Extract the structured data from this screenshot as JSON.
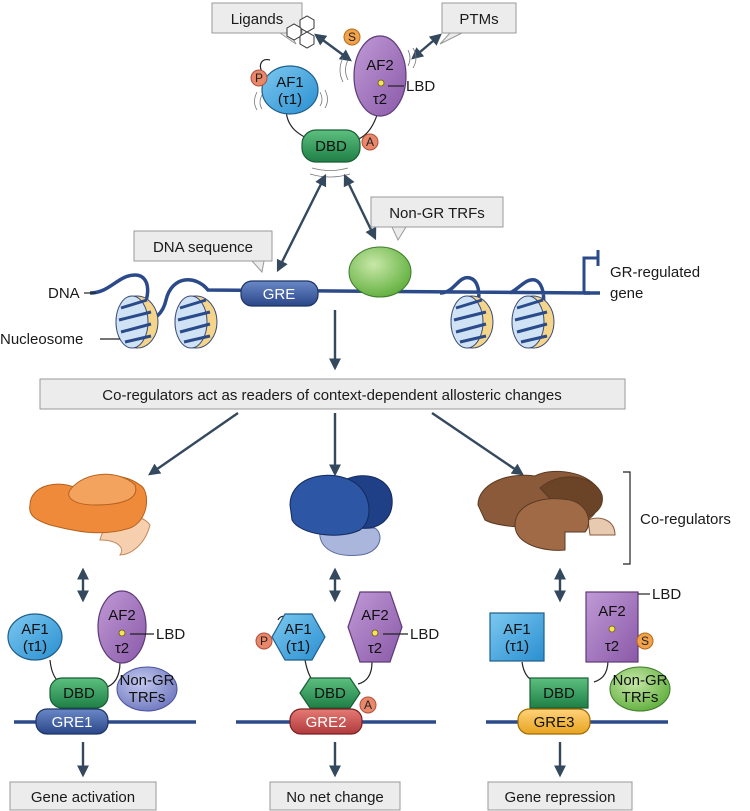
{
  "labels": {
    "ligands": "Ligands",
    "ptms": "PTMs",
    "af1": "AF1",
    "tau1": "(τ1)",
    "af2": "AF2",
    "tau2": "τ2",
    "lbd": "LBD",
    "dbd": "DBD",
    "p": "P",
    "s": "S",
    "a": "A",
    "non_gr_trfs_box": "Non-GR TRFs",
    "dna_sequence": "DNA sequence",
    "gre": "GRE",
    "dna": "DNA",
    "nucleosome": "Nucleosome",
    "gr_regulated": "GR-regulated",
    "gene": "gene",
    "coregulators_banner": "Co-regulators act as readers of context-dependent allosteric changes",
    "coregulators": "Co-regulators",
    "non_gr": "Non-GR",
    "trfs": "TRFs",
    "gre1": "GRE1",
    "gre2": "GRE2",
    "gre3": "GRE3",
    "gene_activation": "Gene activation",
    "no_net_change": "No net change",
    "gene_repression": "Gene repression"
  },
  "colors": {
    "af1_blue": "#3aa6e0",
    "af2_purple": "#9b6bb5",
    "dbd_green": "#2f9a5a",
    "gre_blue": "#3b5ea8",
    "gre2_red": "#c8474a",
    "gre3_yellow": "#f2b53a",
    "trf_green": "#8cc862",
    "trf_lavender": "#8f97d3",
    "dna_navy": "#2b4a8a",
    "arrow": "#34495e",
    "coreg_orange": "#ef8a3a",
    "coreg_blue": "#2d4f96",
    "coreg_brown": "#8a5a3c"
  },
  "icons": [
    "hexagon-ligand-icon",
    "nucleosome-icon",
    "gene-promoter-icon"
  ]
}
